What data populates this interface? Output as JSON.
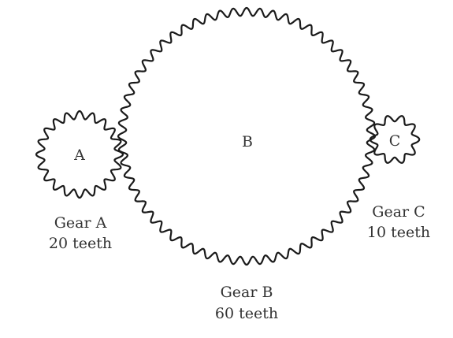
{
  "gears": [
    {
      "id": "a",
      "letter": "A",
      "teeth": 20,
      "caption_name": "Gear A",
      "caption_teeth": "20 teeth"
    },
    {
      "id": "b",
      "letter": "B",
      "teeth": 60,
      "caption_name": "Gear B",
      "caption_teeth": "60 teeth"
    },
    {
      "id": "c",
      "letter": "C",
      "teeth": 10,
      "caption_name": "Gear C",
      "caption_teeth": "10 teeth"
    }
  ],
  "colors": {
    "stroke": "#1a1a1a",
    "text": "#333333",
    "background": "#ffffff"
  }
}
